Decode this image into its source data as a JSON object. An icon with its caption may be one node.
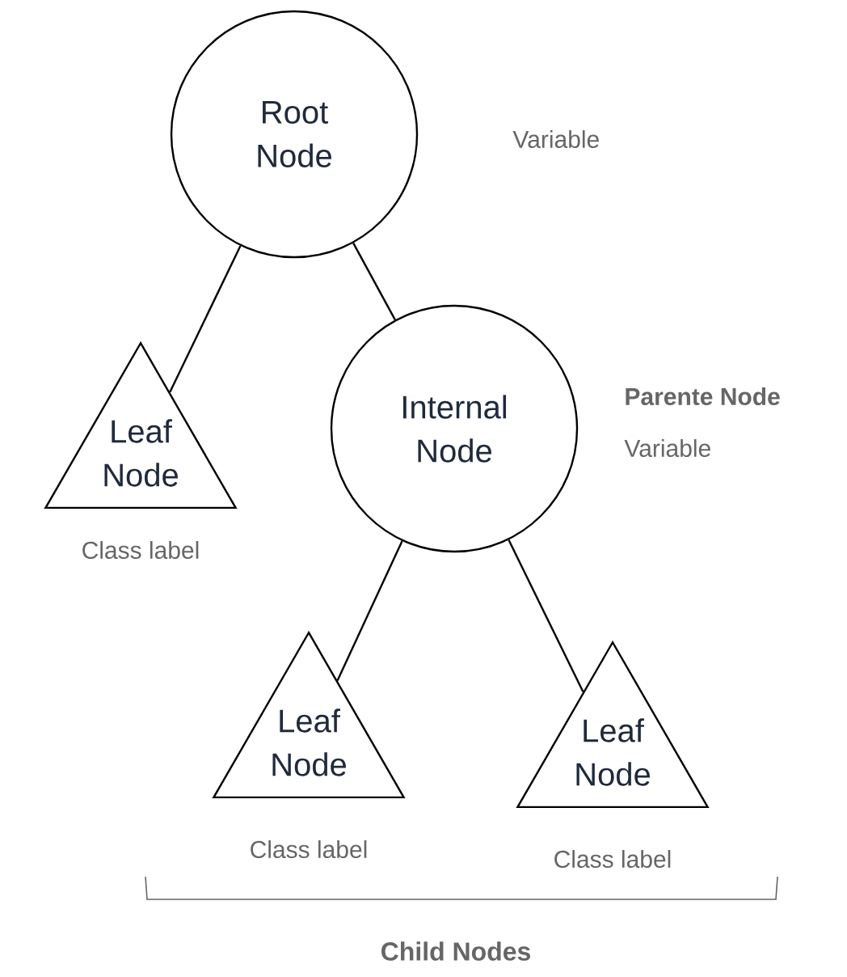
{
  "diagram": {
    "nodes": [
      {
        "text": [
          "Root Node"
        ],
        "beside": [
          "Variable"
        ]
      },
      {
        "text": [
          "Leaf Node"
        ],
        "beside": [
          "Class label"
        ]
      },
      {
        "text": [
          "Internal Node"
        ],
        "beside": [
          "Parente Node",
          "Variable"
        ]
      },
      {
        "text": [
          "Leaf Node"
        ],
        "beside": [
          "Class label"
        ]
      },
      {
        "text": [
          "Leaf Node"
        ],
        "beside": [
          "Class label"
        ]
      }
    ],
    "edges": [
      {
        "from": 0,
        "to": 1,
        "arrow": "none"
      },
      {
        "from": 0,
        "to": 2,
        "arrow": "none"
      },
      {
        "from": 2,
        "to": 3,
        "arrow": "none"
      },
      {
        "from": 2,
        "to": 4,
        "arrow": "none"
      }
    ],
    "labels": [
      "Child Nodes"
    ]
  }
}
